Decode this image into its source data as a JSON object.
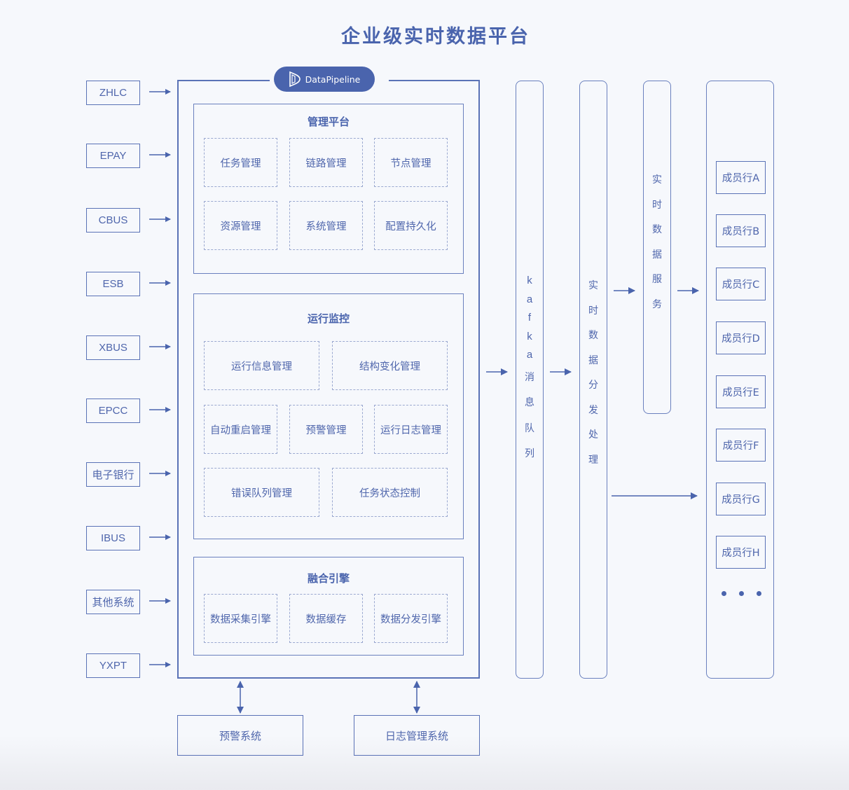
{
  "title": "企业级实时数据平台",
  "logo": {
    "icon": "datapipeline-logo-icon",
    "label": "DataPipeline"
  },
  "sources": [
    "ZHLC",
    "EPAY",
    "CBUS",
    "ESB",
    "XBUS",
    "EPCC",
    "电子银行",
    "IBUS",
    "其他系统",
    "YXPT"
  ],
  "platform": {
    "management": {
      "title": "管理平台",
      "items": [
        "任务管理",
        "链路管理",
        "节点管理",
        "资源管理",
        "系统管理",
        "配置持久化"
      ]
    },
    "monitoring": {
      "title": "运行监控",
      "items": [
        "运行信息管理",
        "结构变化管理",
        "自动重启管理",
        "预警管理",
        "运行日志管理",
        "错误队列管理",
        "任务状态控制"
      ]
    },
    "engine": {
      "title": "融合引擎",
      "items": [
        "数据采集引擎",
        "数据缓存",
        "数据分发引擎"
      ]
    }
  },
  "kafka": {
    "chars": [
      "k",
      "a",
      "f",
      "k",
      "a",
      "消",
      "息",
      "队",
      "列"
    ],
    "label": "kafka消息队列"
  },
  "distribution": {
    "chars": [
      "实",
      "时",
      "数",
      "据",
      "分",
      "发",
      "处",
      "理"
    ],
    "label": "实时数据分发处理"
  },
  "service": {
    "chars": [
      "实",
      "时",
      "数",
      "据",
      "服",
      "务"
    ],
    "label": "实时数据服务"
  },
  "members": [
    "成员行A",
    "成员行B",
    "成员行C",
    "成员行D",
    "成员行E",
    "成员行F",
    "成员行G",
    "成员行H"
  ],
  "members_more": "• • •",
  "bottom_systems": [
    "预警系统",
    "日志管理系统"
  ],
  "colors": {
    "primary": "#4a64ad",
    "border": "#5a72b6",
    "dashed": "#9aa8d0",
    "background": "#f6f8fc"
  }
}
